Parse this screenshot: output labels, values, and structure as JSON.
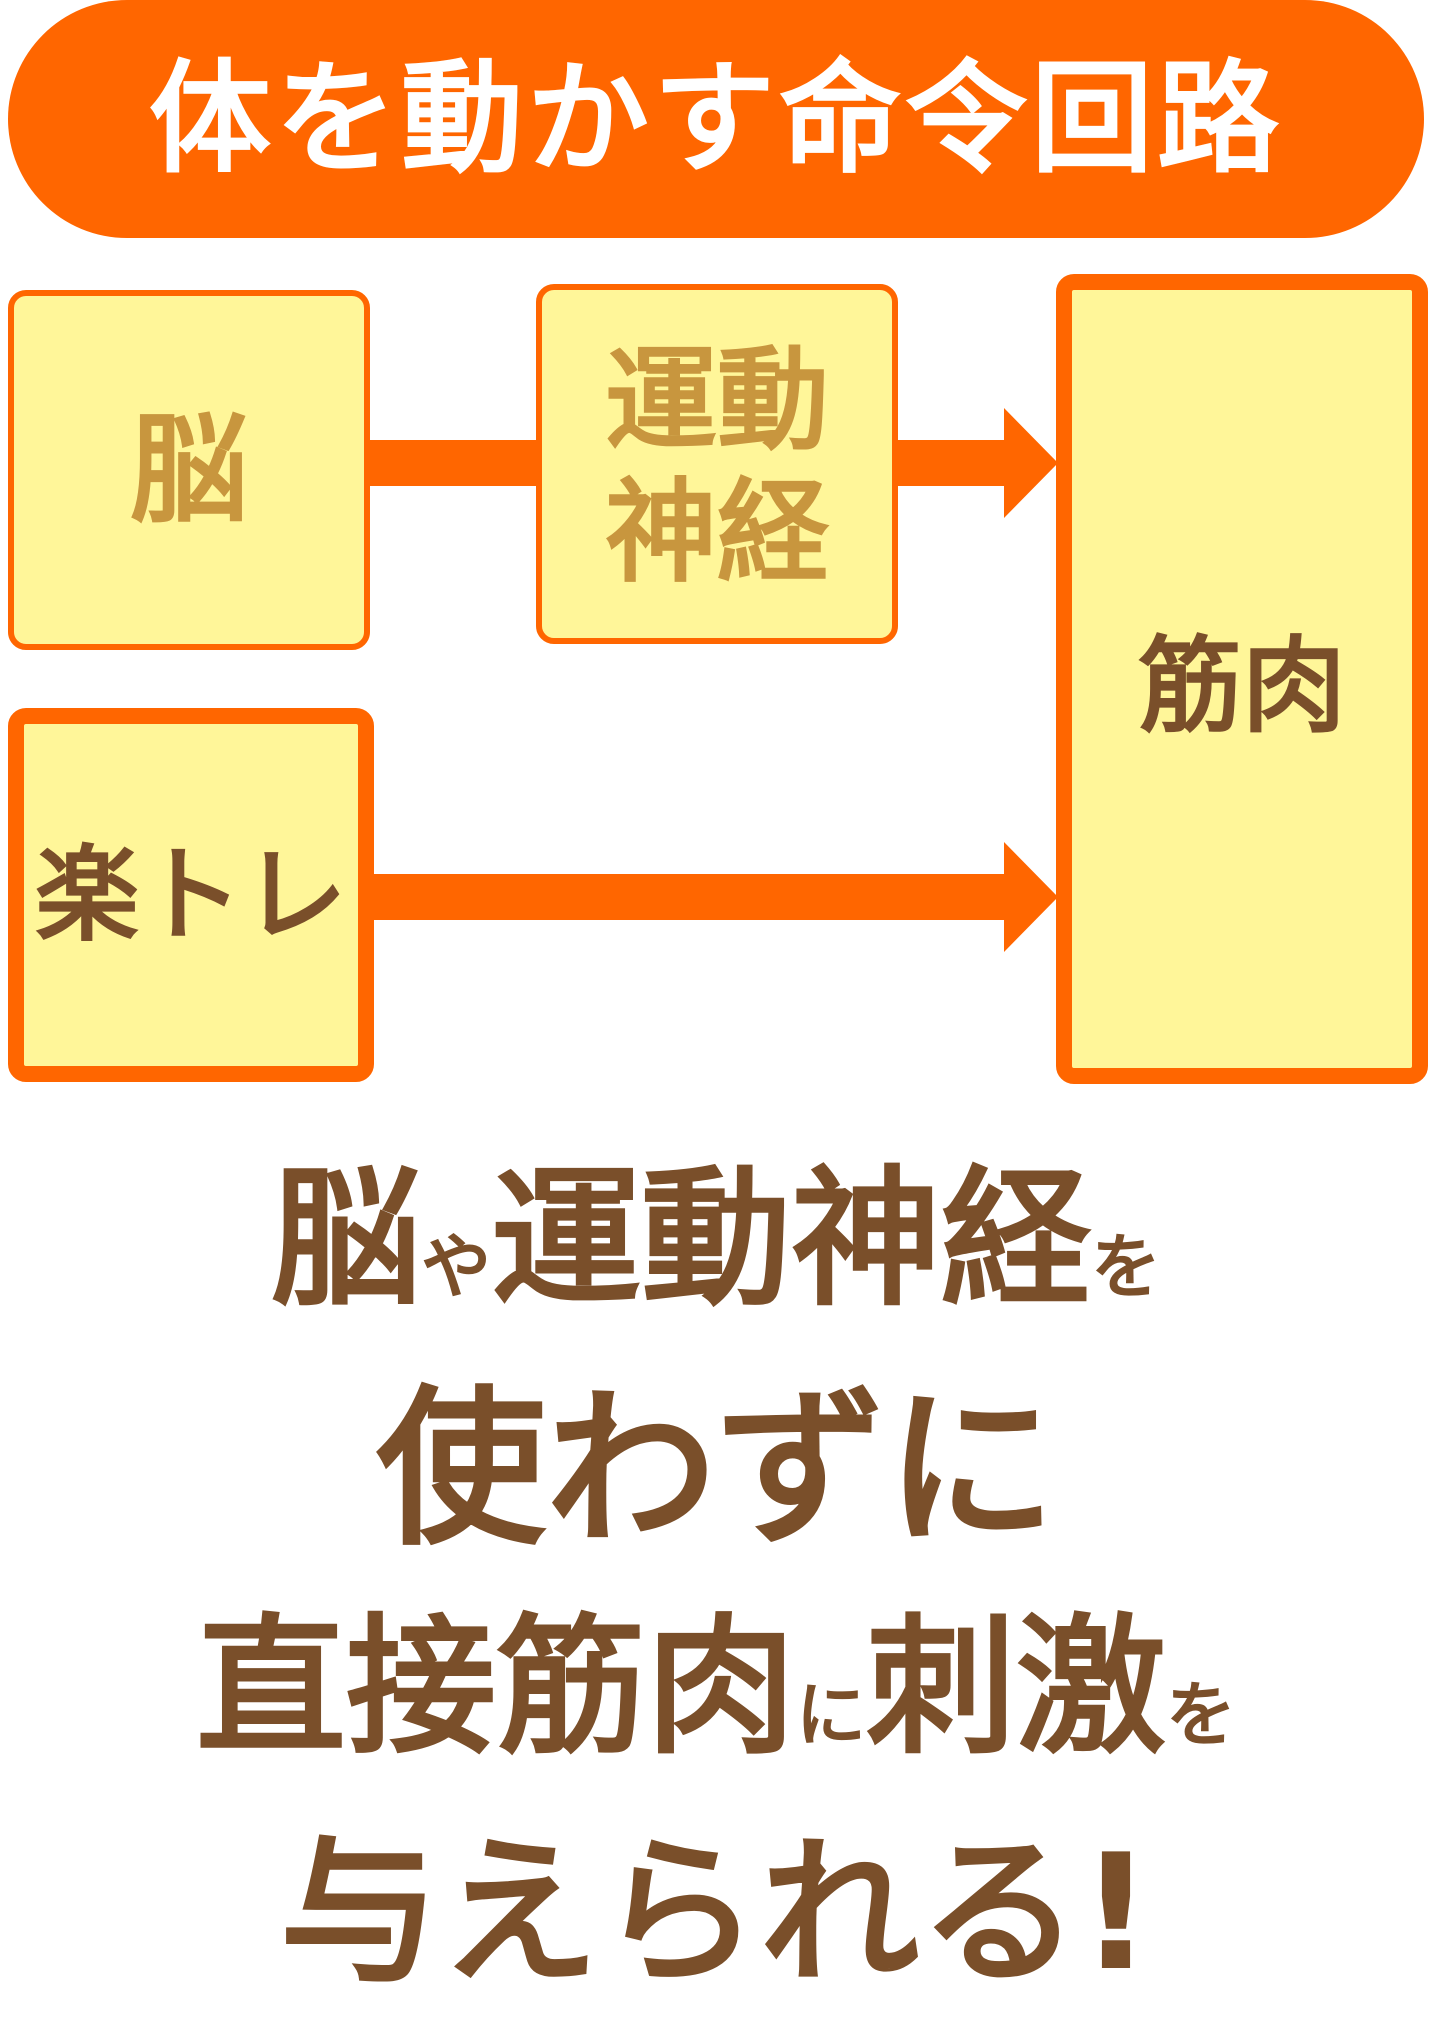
{
  "title": "体を動かす命令回路",
  "boxes": {
    "brain": "脳",
    "motor_nerve_line1": "運動",
    "motor_nerve_line2": "神経",
    "muscle": "筋肉",
    "rakutore": "楽トレ"
  },
  "message": {
    "line1_a": "脳",
    "line1_b": "や",
    "line1_c": "運動神経",
    "line1_d": "を",
    "line2": "使わずに",
    "line3_a": "直接筋肉",
    "line3_b": "に",
    "line3_c": "刺激",
    "line3_d": "を",
    "line4": "与えられる!"
  },
  "colors": {
    "accent": "#ff6600",
    "box_fill": "#fff699",
    "box_text": "#c8963e",
    "message_text": "#7a4f2a",
    "title_text": "#ffffff"
  }
}
